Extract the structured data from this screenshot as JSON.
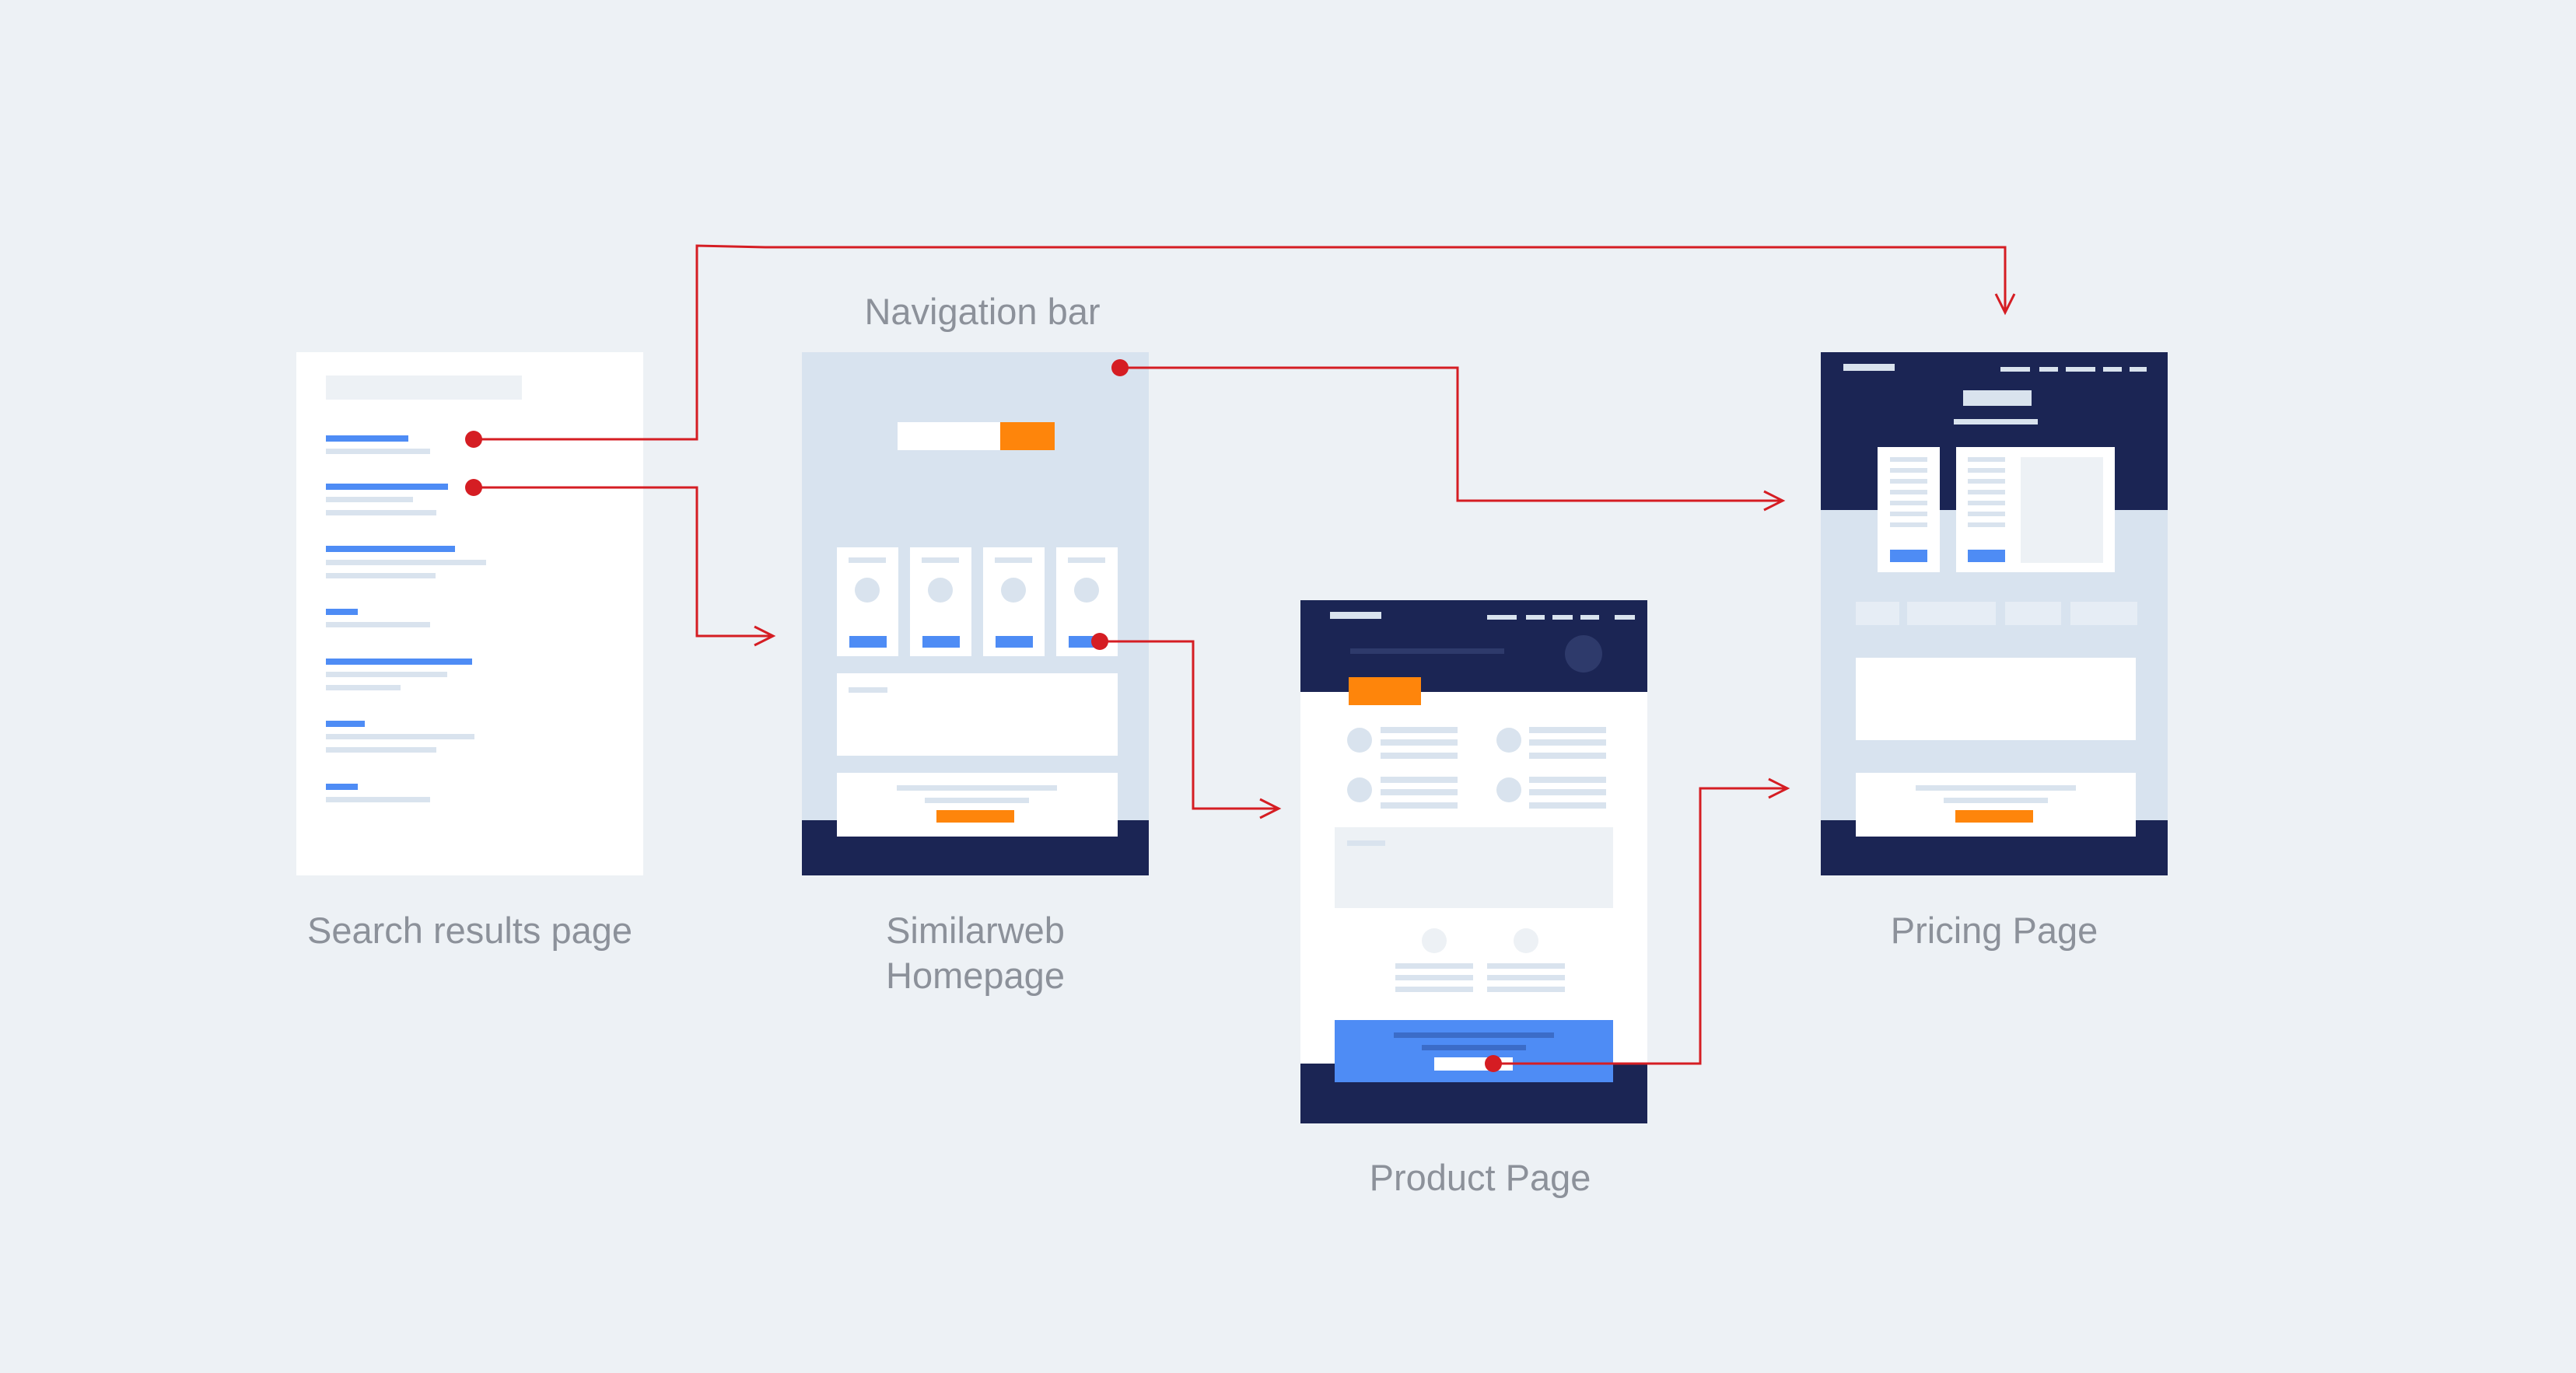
{
  "labels": {
    "navigation_bar": "Navigation bar",
    "search_results_page": "Search results page",
    "similarweb_line1": "Similarweb",
    "similarweb_line2": "Homepage",
    "product_page": "Product Page",
    "pricing_page": "Pricing Page"
  },
  "colors": {
    "background": "#edf1f5",
    "navy": "#1b2554",
    "light_blue_panel": "#d8e3ef",
    "placeholder_line": "#d9e3ee",
    "blue_link": "#4e8cf5",
    "cta_orange": "#fe850b",
    "flow_arrow_red": "#d51d23",
    "caption_gray": "#8c919a",
    "white": "#ffffff"
  },
  "flows": [
    {
      "from": "search-results-page",
      "to": "pricing-page"
    },
    {
      "from": "search-results-page",
      "to": "similarweb-homepage"
    },
    {
      "from": "navigation-bar",
      "to": "pricing-page"
    },
    {
      "from": "similarweb-homepage",
      "to": "product-page"
    },
    {
      "from": "product-page",
      "to": "pricing-page"
    }
  ],
  "icons": {
    "flow_start": "red-dot-icon",
    "flow_end": "arrowhead-icon"
  }
}
